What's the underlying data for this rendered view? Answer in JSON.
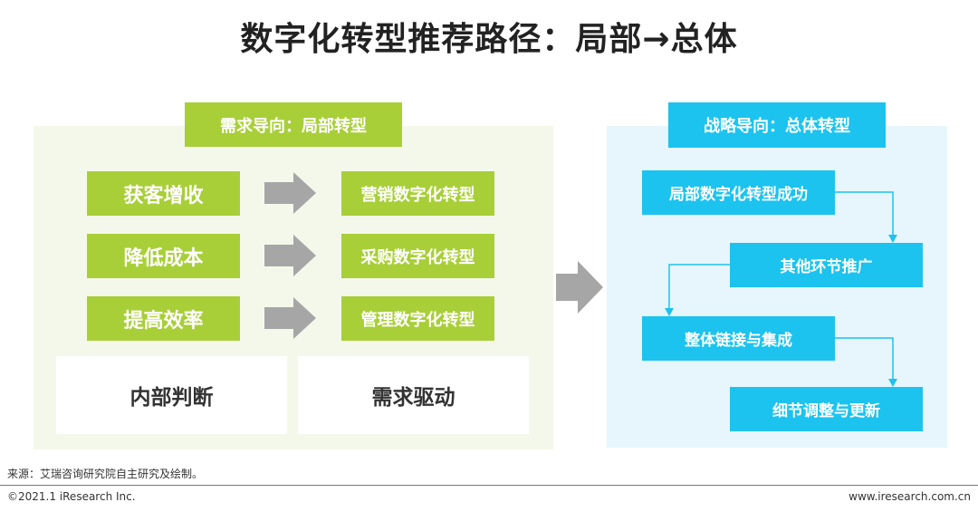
{
  "title": "数字化转型推荐路径：局部→总体",
  "left": {
    "header": "需求导向：局部转型",
    "rows": [
      {
        "goal": "获客增收",
        "transform": "营销数字化转型"
      },
      {
        "goal": "降低成本",
        "transform": "采购数字化转型"
      },
      {
        "goal": "提高效率",
        "transform": "管理数字化转型"
      }
    ],
    "bottom": [
      "内部判断",
      "需求驱动"
    ]
  },
  "right": {
    "header": "战略导向：总体转型",
    "steps": [
      "局部数字化转型成功",
      "其他环节推广",
      "整体链接与集成",
      "细节调整与更新"
    ]
  },
  "colors": {
    "green": "#a8cf38",
    "blue": "#1cc3ef",
    "arrow_gray": "#a6a6a6"
  },
  "footer": {
    "source": "来源：艾瑞咨询研究院自主研究及绘制。",
    "copyright": "©2021.1 iResearch Inc.",
    "site": "www.iresearch.com.cn"
  }
}
